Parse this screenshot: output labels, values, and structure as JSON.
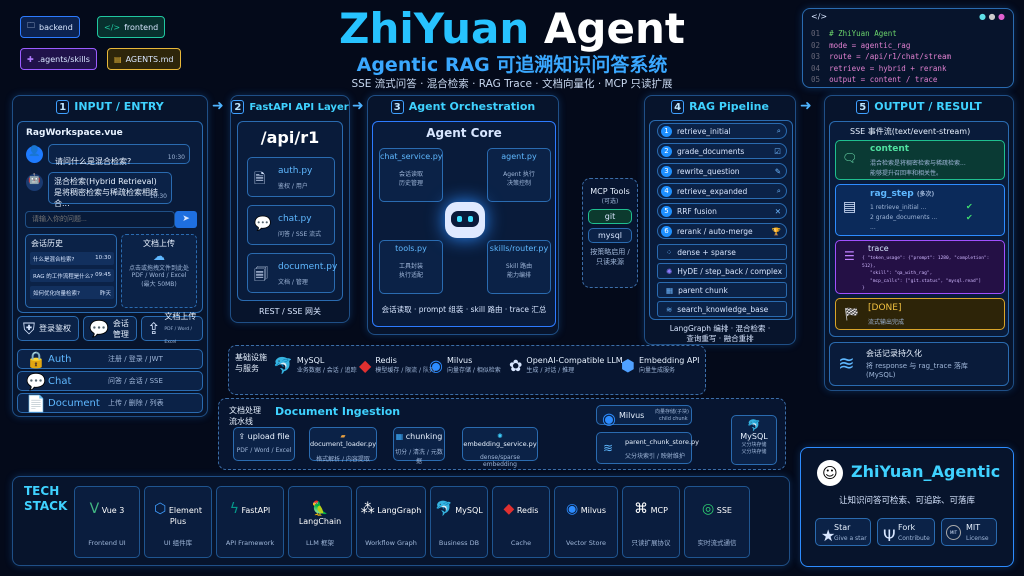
{
  "badges": [
    {
      "label": "backend",
      "icon": "folder-icon",
      "color": "#2d7bff"
    },
    {
      "label": "frontend",
      "icon": "code-icon",
      "color": "#20c7a0"
    },
    {
      "label": ".agents/skills",
      "icon": "puzzle-icon",
      "color": "#9b5cff"
    },
    {
      "label": "AGENTS.md",
      "icon": "document-icon",
      "color": "#e8b83a"
    }
  ],
  "header": {
    "title_a": "ZhiYuan",
    "title_b": "Agent",
    "subtitle": "Agentic RAG 可追溯知识问答系统",
    "tagline": "SSE 流式问答 · 混合检索 · RAG Trace · 文档向量化 · MCP 只读扩展"
  },
  "code": {
    "lines": [
      {
        "n": "01",
        "text": "# ZhiYuan Agent"
      },
      {
        "n": "02",
        "text": "mode = agentic_rag"
      },
      {
        "n": "03",
        "text": "route = /api/r1/chat/stream"
      },
      {
        "n": "04",
        "text": "retrieve = hybrid + rerank"
      },
      {
        "n": "05",
        "text": "output = content / trace"
      }
    ]
  },
  "input": {
    "num": "1",
    "title": "INPUT / ENTRY",
    "file": "RagWorkspace.vue",
    "user_msg": "请问什么是混合检索?",
    "user_time": "10:30",
    "bot_msg1": "混合检索(Hybrid Retrieval)",
    "bot_msg2": "是将稠密检索与稀疏检索相结合...",
    "bot_time": "10:30",
    "placeholder": "请输入你的问题...",
    "history_title": "会话历史",
    "history": [
      {
        "q": "什么是混合检索?",
        "t": "10:30"
      },
      {
        "q": "RAG 的工作流程是什么?",
        "t": "09:45"
      },
      {
        "q": "如何优化向量检索?",
        "t": "昨天"
      }
    ],
    "upload_title": "文档上传",
    "upload_hint": "点击或拖拽文件到此处",
    "upload_types": "PDF / Word / Excel",
    "upload_limit": "(最大 50MB)",
    "actions": [
      {
        "label": "登录鉴权",
        "sub": ""
      },
      {
        "label": "会话管理",
        "sub": ""
      },
      {
        "label": "文档上传",
        "sub": "PDF / Word / Excel"
      }
    ],
    "modules": [
      {
        "name": "Auth",
        "desc": "注册 / 登录 / JWT"
      },
      {
        "name": "Chat",
        "desc": "问答 / 会话 / SSE"
      },
      {
        "name": "Document",
        "desc": "上传 / 删除 / 列表"
      }
    ]
  },
  "api": {
    "num": "2",
    "title": "FastAPI API Layer",
    "route": "/api/r1",
    "files": [
      {
        "name": "auth.py",
        "desc": "鉴权 / 用户"
      },
      {
        "name": "chat.py",
        "desc": "问答 / SSE 流式"
      },
      {
        "name": "document.py",
        "desc": "文档 / 管理"
      }
    ],
    "footer": "REST / SSE 网关"
  },
  "agent": {
    "num": "3",
    "title": "Agent Orchestration",
    "core": "Agent Core",
    "cards": [
      {
        "name": "chat_service.py",
        "d1": "会话读取",
        "d2": "历史管理"
      },
      {
        "name": "agent.py",
        "d1": "Agent 执行",
        "d2": "决策控制"
      },
      {
        "name": "tools.py",
        "d1": "工具封装",
        "d2": "执行适配"
      },
      {
        "name": "skills/router.py",
        "d1": "Skill 路由",
        "d2": "能力编排"
      }
    ],
    "footer": "会话读取 · prompt 组装 · skill 路由 · trace 汇总"
  },
  "mcp": {
    "title": "MCP Tools",
    "sub": "(可选)",
    "tools": [
      "git",
      "mysql"
    ],
    "note1": "按策略启用 /",
    "note2": "只读来源"
  },
  "rag": {
    "num": "4",
    "title": "RAG Pipeline",
    "steps": [
      "retrieve_initial",
      "grade_documents",
      "rewrite_question",
      "retrieve_expanded",
      "RRF fusion",
      "rerank / auto-merge"
    ],
    "features": [
      "dense + sparse",
      "HyDE / step_back / complex",
      "parent chunk",
      "search_knowledge_base"
    ],
    "footer1": "LangGraph 编排 · 混合检索 ·",
    "footer2": "查询重写 · 融合重排"
  },
  "output": {
    "num": "5",
    "title": "OUTPUT / RESULT",
    "stream": "SSE 事件流(text/event-stream)",
    "content_t": "content",
    "content_d1": "混合检索是将稠密检索与稀疏检索...",
    "content_d2": "能够提升召回率和相关性。",
    "ragstep_t": "rag_step",
    "ragstep_n": "(多次)",
    "ragstep_l1": "1  retrieve_initial ...",
    "ragstep_l2": "2  grade_documents ...",
    "ragstep_l3": "...",
    "trace_t": "trace",
    "trace_l1": "{  \"token_usage\": {\"prompt\": 1280, \"completion\": 512},",
    "trace_l2": "\"skill\": \"qa_with_rag\",",
    "trace_l3": "\"mcp_calls\": [\"git.status\", \"mysql.read\"]",
    "trace_l4": "}",
    "done_t": "[DONE]",
    "done_d": "流式输出完成",
    "persist_t": "会话记录持久化",
    "persist_d1": "将 response 与 rag_trace 落库",
    "persist_d2": "(MySQL)",
    "colors": {
      "content": "#1fbf8f",
      "rag_step": "#2d8cff",
      "trace": "#a050ff",
      "done": "#d9a52a"
    }
  },
  "infra": {
    "label1": "基础设施",
    "label2": "与服务",
    "items": [
      {
        "name": "MySQL",
        "desc": "业务数据 / 会话 / 追踪",
        "icon": "dolphin-icon"
      },
      {
        "name": "Redis",
        "desc": "模型缓存 / 限流 / 队列",
        "icon": "redis-icon"
      },
      {
        "name": "Milvus",
        "desc": "向量存储 / 相似检索",
        "icon": "eye-icon"
      },
      {
        "name": "OpenAI-Compatible LLM",
        "desc": "生成 / 对话 / 推理",
        "icon": "openai-icon"
      },
      {
        "name": "Embedding API",
        "desc": "向量生成服务",
        "icon": "cube-icon"
      }
    ]
  },
  "ingest": {
    "label1": "文档处理",
    "label2": "流水线",
    "title": "Document Ingestion",
    "steps": [
      {
        "name": "upload file",
        "desc": "PDF / Word / Excel"
      },
      {
        "name": "document_loader.py",
        "desc": "格式解析 / 内容提取"
      },
      {
        "name": "chunking",
        "desc": "切分 / 清洗 / 元数据"
      },
      {
        "name": "embedding_service.py",
        "desc": "dense/sparse embedding"
      }
    ],
    "milvus": {
      "name": "Milvus",
      "d1": "向量存储(子块)",
      "d2": "child chunk"
    },
    "parent": {
      "name": "parent_chunk_store.py",
      "desc": "父分块索引 / 映射维护"
    },
    "mysql": {
      "name": "MySQL",
      "d1": "父分块存储",
      "d2": "父分块存储"
    }
  },
  "tech": {
    "label1": "TECH",
    "label2": "STACK",
    "items": [
      {
        "name": "Vue 3",
        "desc": "Frontend UI",
        "icon": "vue-icon"
      },
      {
        "name": "Element Plus",
        "desc": "UI 组件库",
        "icon": "element-icon"
      },
      {
        "name": "FastAPI",
        "desc": "API Framework",
        "icon": "fastapi-icon"
      },
      {
        "name": "LangChain",
        "desc": "LLM 框架",
        "icon": "parrot-icon"
      },
      {
        "name": "LangGraph",
        "desc": "Workflow Graph",
        "icon": "graph-icon"
      },
      {
        "name": "MySQL",
        "desc": "Business DB",
        "icon": "dolphin-icon"
      },
      {
        "name": "Redis",
        "desc": "Cache",
        "icon": "redis-icon"
      },
      {
        "name": "Milvus",
        "desc": "Vector Store",
        "icon": "eye-icon"
      },
      {
        "name": "MCP",
        "desc": "只读扩展协议",
        "icon": "mcp-icon"
      },
      {
        "name": "SSE",
        "desc": "实时流式通信",
        "icon": "broadcast-icon"
      }
    ]
  },
  "github": {
    "repo": "ZhiYuan_Agentic",
    "slogan": "让知识问答可检索、可追踪、可落库",
    "buttons": [
      {
        "label": "Star",
        "sub": "Give a star"
      },
      {
        "label": "Fork",
        "sub": "Contribute"
      },
      {
        "label": "MIT",
        "sub": "License"
      }
    ]
  }
}
